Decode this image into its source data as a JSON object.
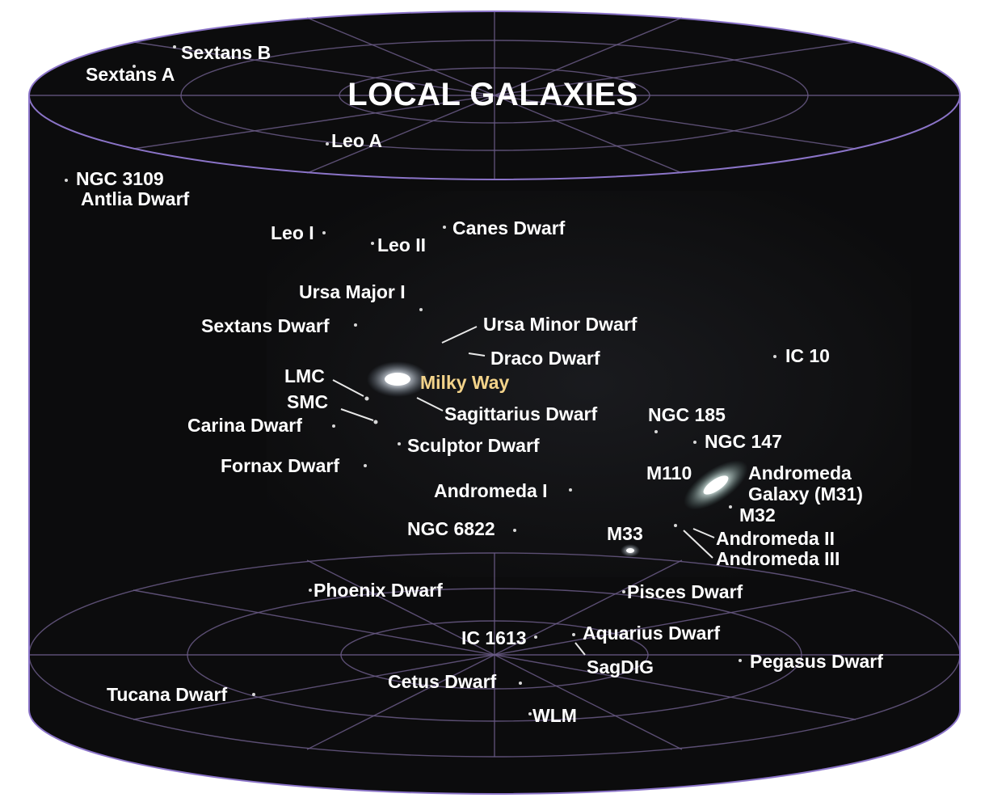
{
  "title": "LOCAL GALAXIES",
  "highlight": {
    "name": "Milky Way",
    "color": "#f3d38a"
  },
  "colors": {
    "background": "#ffffff",
    "cylinder_fill": "#0c0c0d",
    "cylinder_edge": "#8b74c8",
    "grid_lines": "#6a5a86",
    "label_text": "#ffffff"
  },
  "galaxies": [
    "Sextans B",
    "Sextans A",
    "Leo A",
    "NGC 3109",
    "Antlia Dwarf",
    "Leo I",
    "Leo II",
    "Canes Dwarf",
    "Ursa Major I",
    "Sextans Dwarf",
    "Ursa Minor Dwarf",
    "Draco Dwarf",
    "IC 10",
    "LMC",
    "Milky Way",
    "SMC",
    "Sagittarius Dwarf",
    "Carina Dwarf",
    "NGC 185",
    "NGC 147",
    "Sculptor Dwarf",
    "Fornax Dwarf",
    "M110",
    "Andromeda",
    "Galaxy (M31)",
    "Andromeda I",
    "M32",
    "NGC 6822",
    "M33",
    "Andromeda II",
    "Andromeda III",
    "Phoenix Dwarf",
    "Pisces Dwarf",
    "IC 1613",
    "Aquarius Dwarf",
    "SagDIG",
    "Pegasus Dwarf",
    "Tucana Dwarf",
    "Cetus Dwarf",
    "WLM"
  ]
}
